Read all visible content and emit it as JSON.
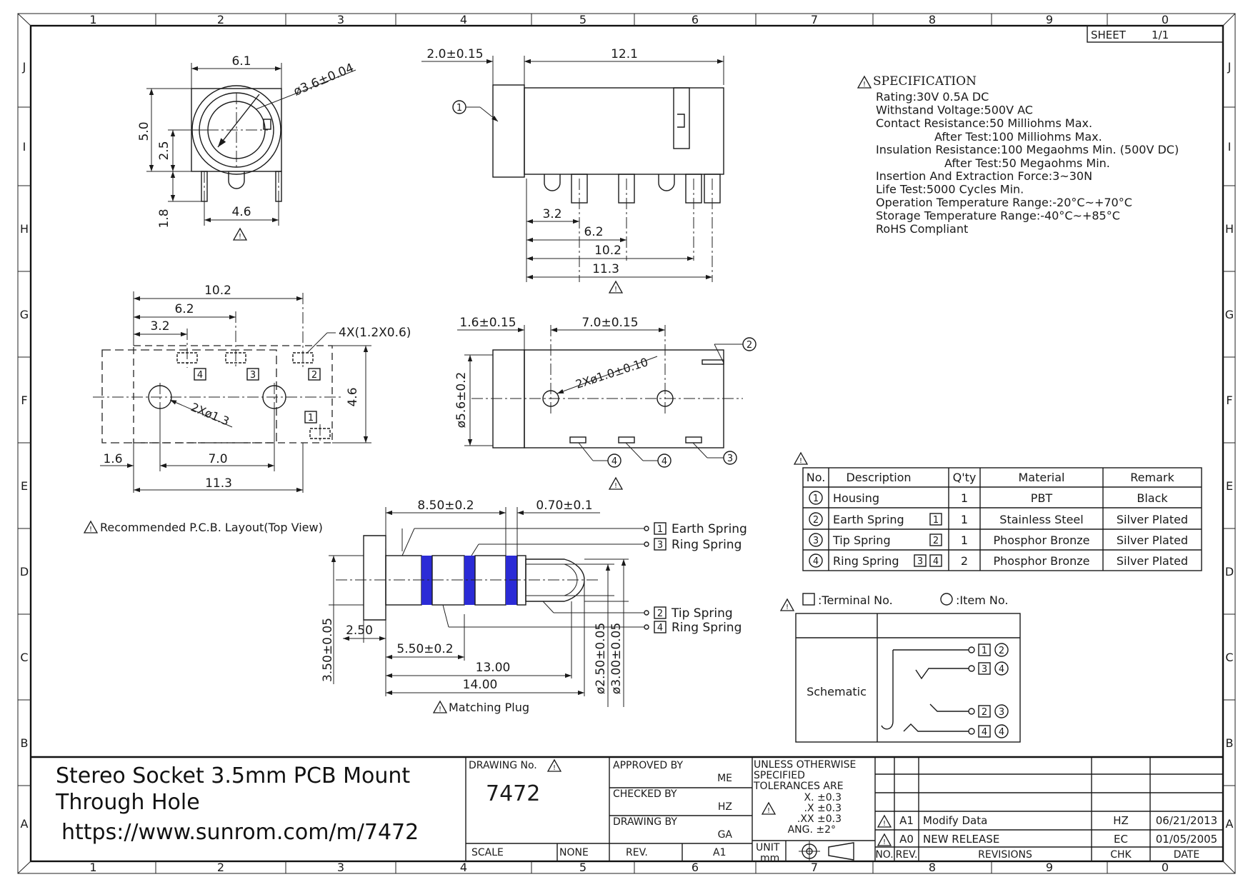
{
  "frame": {
    "col_labels": [
      "1",
      "2",
      "3",
      "4",
      "5",
      "6",
      "7",
      "8",
      "9",
      "0"
    ],
    "row_labels": [
      "J",
      "I",
      "H",
      "G",
      "F",
      "E",
      "D",
      "C",
      "B",
      "A"
    ]
  },
  "sheet": {
    "label": "SHEET",
    "value": "1/1"
  },
  "front_view": {
    "width": "6.1",
    "diameter": "ø3.6±0.04",
    "height": "5.0",
    "center_h": "2.5",
    "pin_len": "1.8",
    "pin_spacing": "4.6"
  },
  "side_view": {
    "front_len": "2.0±0.15",
    "body_len": "12.1",
    "pin_dims": [
      "3.2",
      "6.2",
      "10.2",
      "11.3"
    ],
    "item": "1"
  },
  "pcb_layout": {
    "dims_top": [
      "10.2",
      "6.2",
      "3.2"
    ],
    "pads": "4X(1.2X0.6)",
    "holes": "2Xø1.3",
    "height": "4.6",
    "dims_bottom": [
      "1.6",
      "7.0",
      "11.3"
    ],
    "terminals": [
      "4",
      "3",
      "2",
      "1"
    ],
    "caption": "Recommended P.C.B. Layout(Top View)"
  },
  "bottom_view": {
    "offset": "1.6±0.15",
    "spacing": "7.0±0.15",
    "holes": "2Xø1.0±0.10",
    "diameter": "ø5.6±0.2",
    "items": [
      "2",
      "4",
      "4",
      "3"
    ]
  },
  "plug": {
    "dims": [
      "8.50±0.2",
      "0.70±0.1",
      "2.50",
      "5.50±0.2",
      "13.00",
      "14.00",
      "3.50±0.05",
      "ø2.50±0.05",
      "ø3.00±0.05"
    ],
    "springs": [
      {
        "no": "1",
        "name": "Earth Spring"
      },
      {
        "no": "3",
        "name": "Ring Spring"
      },
      {
        "no": "2",
        "name": "Tip Spring"
      },
      {
        "no": "4",
        "name": "Ring Spring"
      }
    ],
    "caption": "Matching Plug",
    "band_color": "#2b2bd6"
  },
  "specification": {
    "title": "SPECIFICATION",
    "lines": [
      "Rating:30V 0.5A DC",
      "Withstand Voltage:500V AC",
      "Contact Resistance:50 Milliohms Max.",
      "After Test:100 Milliohms Max.",
      "Insulation Resistance:100 Megaohms Min. (500V DC)",
      "After Test:50 Megaohms Min.",
      "Insertion And Extraction Force:3~30N",
      "Life Test:5000 Cycles Min.",
      "Operation Temperature Range:-20°C~+70°C",
      "Storage Temperature Range:-40°C~+85°C",
      "RoHS Compliant"
    ]
  },
  "bom": {
    "headers": [
      "No.",
      "Description",
      "Q'ty",
      "Material",
      "Remark"
    ],
    "rows": [
      {
        "no": "1",
        "desc": "Housing",
        "term": "",
        "qty": "1",
        "material": "PBT",
        "remark": "Black"
      },
      {
        "no": "2",
        "desc": "Earth Spring",
        "term": "1",
        "qty": "1",
        "material": "Stainless Steel",
        "remark": "Silver Plated"
      },
      {
        "no": "3",
        "desc": "Tip Spring",
        "term": "2",
        "qty": "1",
        "material": "Phosphor Bronze",
        "remark": "Silver Plated"
      },
      {
        "no": "4",
        "desc": "Ring Spring",
        "term": "3 4",
        "qty": "2",
        "material": "Phosphor Bronze",
        "remark": "Silver Plated"
      }
    ]
  },
  "legend": {
    "terminal": ":Terminal No.",
    "item": ":Item No."
  },
  "schematic": {
    "label": "Schematic",
    "rows": [
      {
        "t": "1",
        "i": "2"
      },
      {
        "t": "3",
        "i": "4"
      },
      {
        "t": "2",
        "i": "3"
      },
      {
        "t": "4",
        "i": "4"
      }
    ]
  },
  "title_block": {
    "product_line1": "Stereo Socket 3.5mm PCB Mount",
    "product_line2": "Through Hole",
    "url": "https://www.sunrom.com/m/7472",
    "drawing_no_label": "DRAWING No.",
    "drawing_no": "7472",
    "approved_label": "APPROVED BY",
    "approved": "ME",
    "checked_label": "CHECKED BY",
    "checked": "HZ",
    "drawing_by_label": "DRAWING BY",
    "drawing_by": "GA",
    "scale_label": "SCALE",
    "scale": "NONE",
    "rev_label": "REV.",
    "rev": "A1",
    "tol_lines": [
      "UNLESS OTHERWISE",
      "SPECIFIED",
      "TOLERANCES ARE"
    ],
    "tol_values": [
      "X.  ±0.3",
      ".X  ±0.3",
      ".XX  ±0.3",
      "ANG.  ±2°"
    ],
    "unit_label": "UNIT",
    "unit": "mm"
  },
  "revisions": {
    "headers": [
      "NO.",
      "REV.",
      "REVISIONS",
      "CHK",
      "DATE"
    ],
    "rows": [
      {
        "rev": "A1",
        "desc": "Modify Data",
        "chk": "HZ",
        "date": "06/21/2013"
      },
      {
        "rev": "A0",
        "desc": "NEW RELEASE",
        "chk": "EC",
        "date": "01/05/2005"
      }
    ]
  }
}
